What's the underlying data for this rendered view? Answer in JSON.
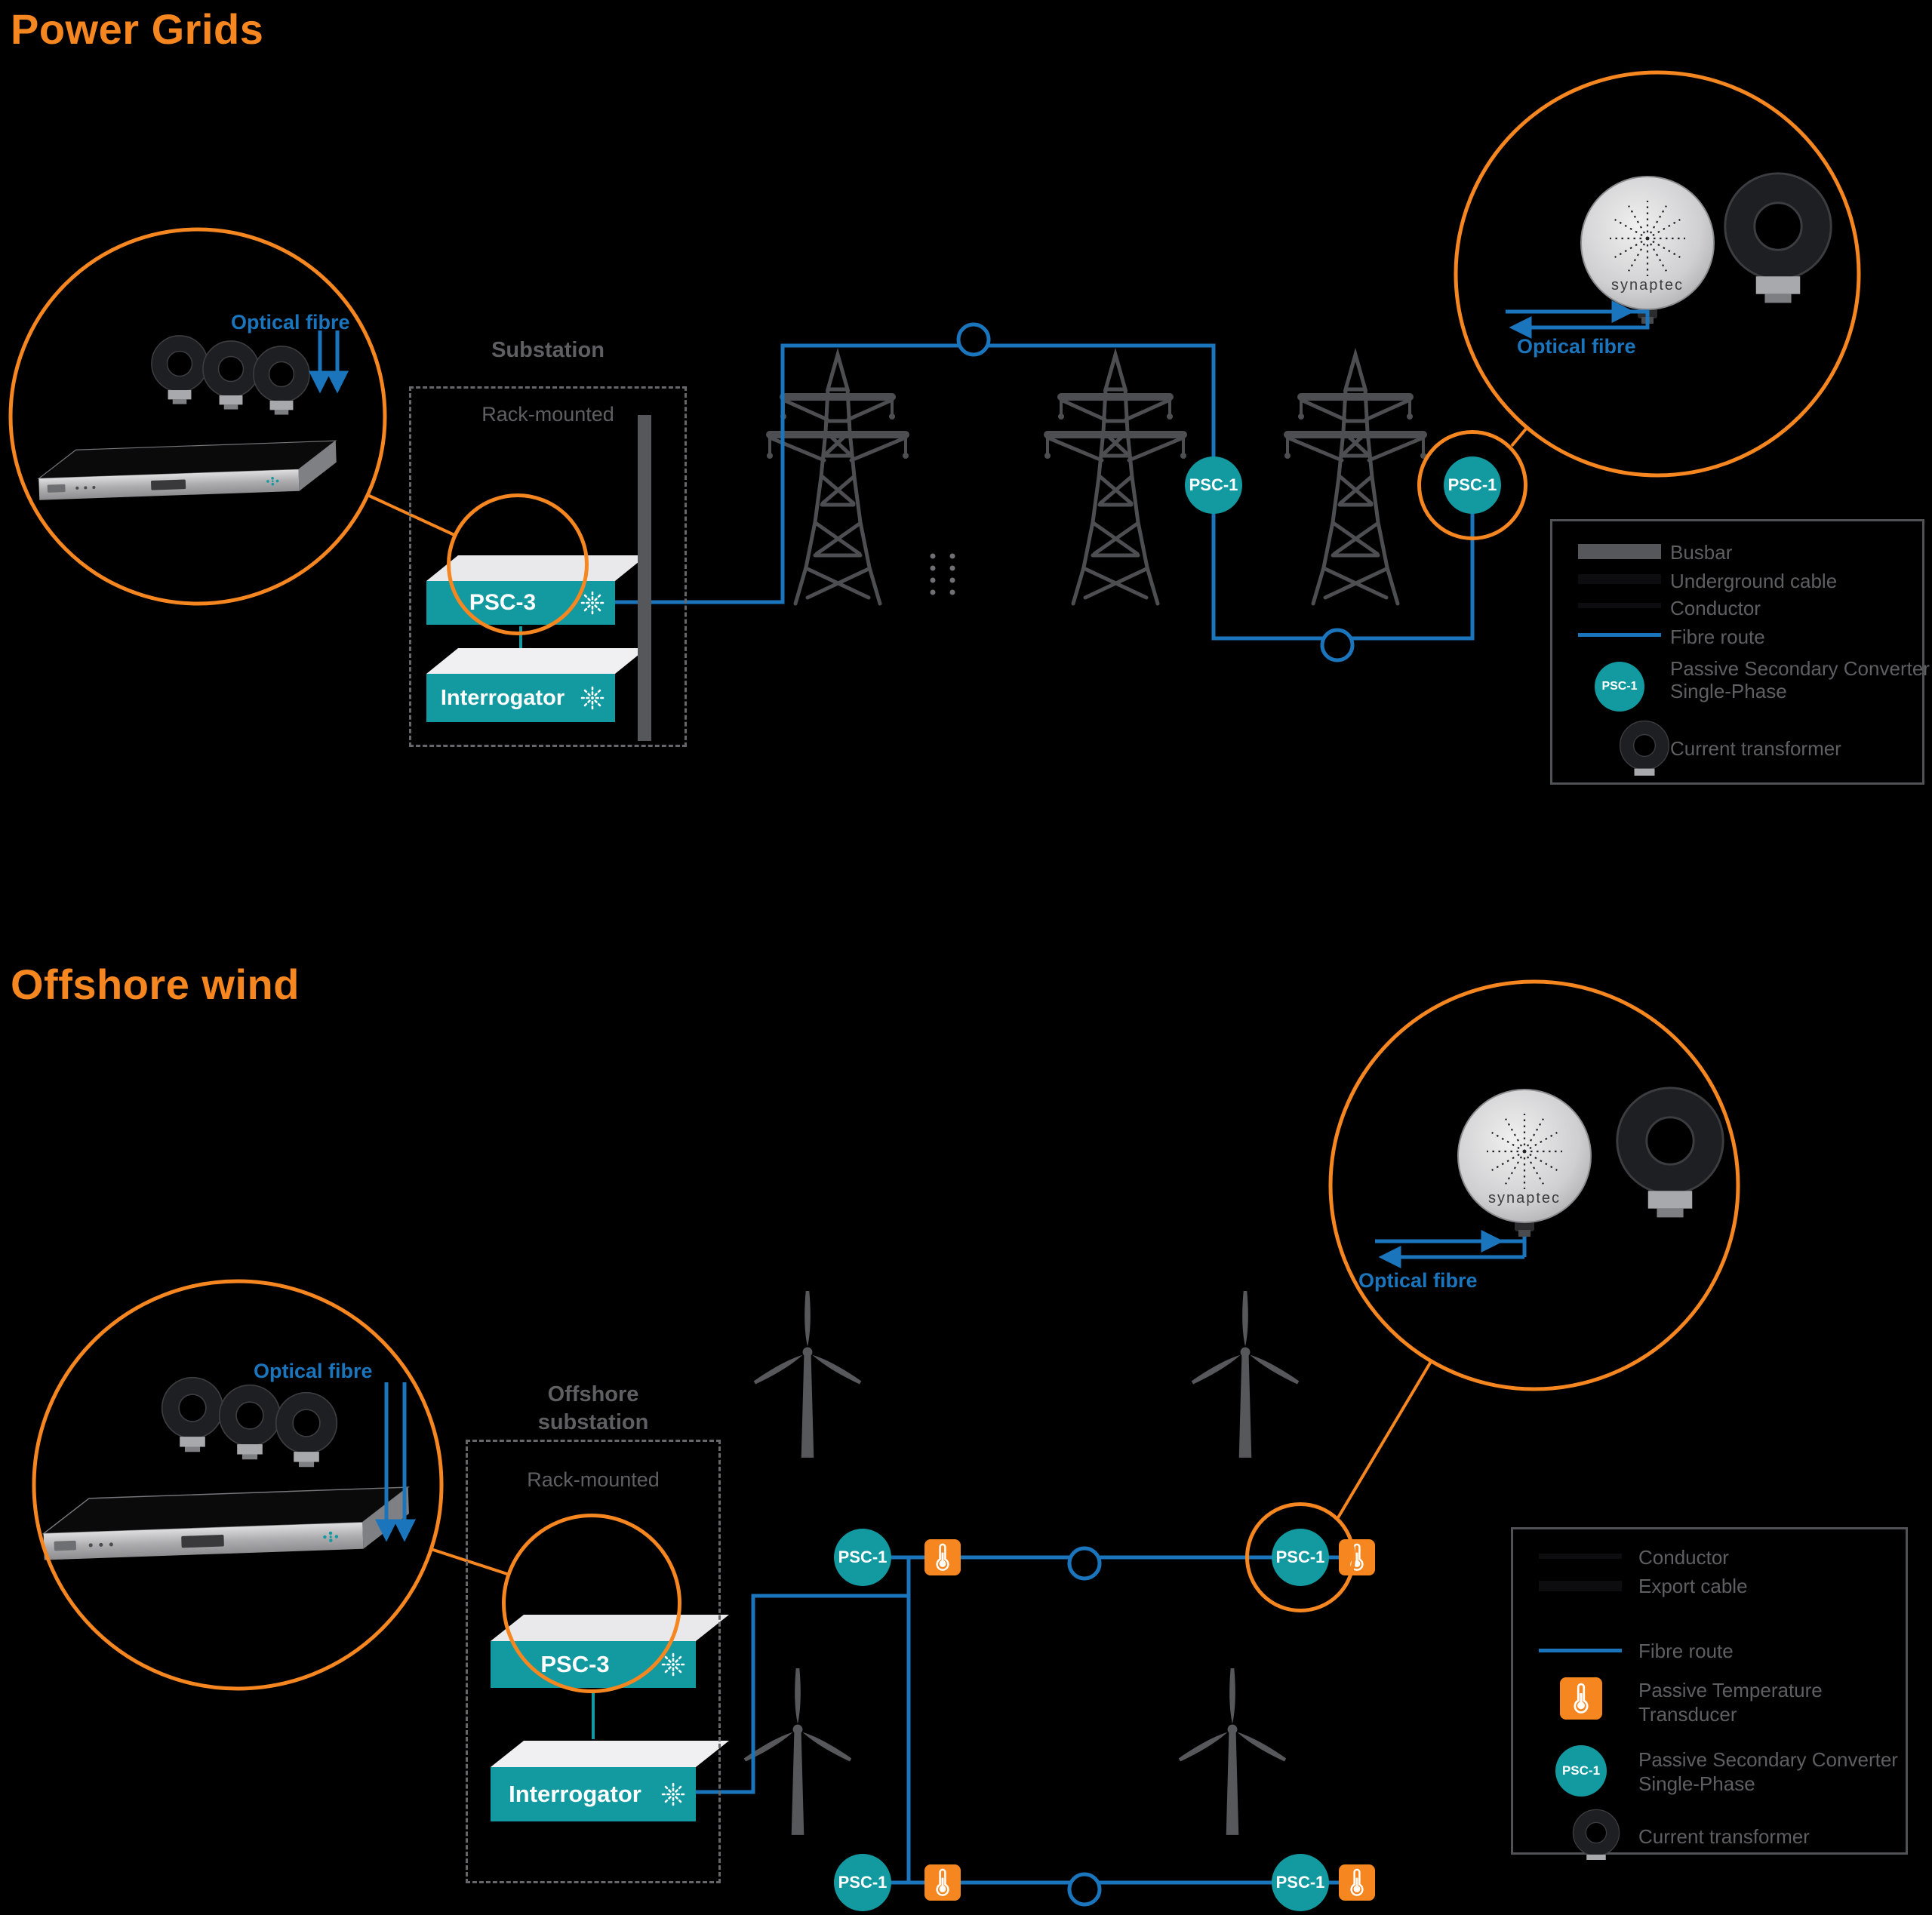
{
  "titles": {
    "power": "Power Grids",
    "offshore": "Offshore wind"
  },
  "labels": {
    "optical_fibre": "Optical fibre",
    "substation": "Substation",
    "offshore_substation_line1": "Offshore",
    "offshore_substation_line2": "substation",
    "rack_mounted": "Rack-mounted",
    "psc3": "PSC-3",
    "interrogator": "Interrogator",
    "psc1": "PSC-1",
    "synaptec": "synaptec"
  },
  "legend_power": {
    "busbar": "Busbar",
    "underground_cable": "Underground cable",
    "conductor": "Conductor",
    "fibre_route": "Fibre route",
    "psc_line1": "Passive Secondary Converter",
    "psc_line2": "Single-Phase",
    "current_transformer": "Current transformer"
  },
  "legend_offshore": {
    "conductor": "Conductor",
    "export_cable": "Export cable",
    "fibre_route": "Fibre route",
    "ptt_line1": "Passive Temperature",
    "ptt_line2": "Transducer",
    "psc_line1": "Passive Secondary Converter",
    "psc_line2": "Single-Phase",
    "current_transformer": "Current transformer"
  },
  "colors": {
    "accent_orange": "#F6861F",
    "teal": "#129AA0",
    "fibre_blue": "#1B75BC",
    "text_gray": "#5E5F62"
  }
}
